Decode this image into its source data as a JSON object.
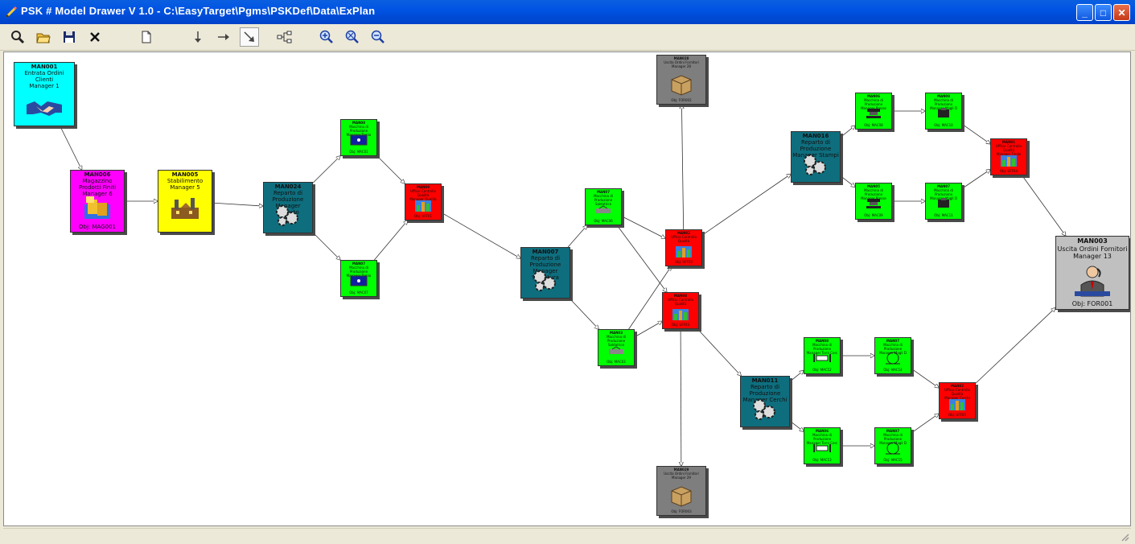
{
  "window": {
    "title": "PSK # Model Drawer V 1.0 - C:\\EasyTarget\\Pgms\\PSKDef\\Data\\ExPlan",
    "minimize": "_",
    "maximize": "□",
    "close": "✕"
  },
  "toolbar": {
    "buttons": [
      {
        "name": "find",
        "icon": "magnifier-icon"
      },
      {
        "name": "open",
        "icon": "folder-open-icon"
      },
      {
        "name": "save",
        "icon": "floppy-disk-icon"
      },
      {
        "name": "delete",
        "icon": "x-mark-icon"
      },
      {
        "name": "new",
        "icon": "blank-page-icon"
      },
      {
        "name": "arrow-down",
        "icon": "arrow-down-icon"
      },
      {
        "name": "arrow-right",
        "icon": "arrow-right-icon"
      },
      {
        "name": "arrow-diagonal",
        "icon": "arrow-diagonal-icon",
        "pressed": true
      },
      {
        "name": "layout",
        "icon": "tree-layout-icon"
      },
      {
        "name": "zoom-in",
        "icon": "zoom-in-icon"
      },
      {
        "name": "zoom-fit",
        "icon": "zoom-fit-icon"
      },
      {
        "name": "zoom-out",
        "icon": "zoom-out-icon"
      }
    ]
  },
  "colors": {
    "cyan": "#00ffff",
    "magenta": "#ff00ff",
    "yellow": "#ffff00",
    "teal": "#0e6e7e",
    "green": "#00ff00",
    "red": "#ff0000",
    "gray": "#7e7e7e",
    "lightgray": "#c0c0c0"
  },
  "nodes": {
    "man001": {
      "id": "MAN001",
      "label": "Entrata Ordini Clienti\nManager 1",
      "obj": ""
    },
    "man006": {
      "id": "MAN006",
      "label": "Magazzino Prodotti Finiti\nManager 6",
      "obj": "Obj: MAG001"
    },
    "man005": {
      "id": "MAN005",
      "label": "Stabilimento\nManager 5",
      "obj": ""
    },
    "rep1": {
      "id": "MAN024",
      "label": "Reparto di Produzione\nManager Reparto",
      "obj": ""
    },
    "wk1": {
      "id": "MAN08",
      "label": "Macchina di Produzione\nManager Tornio",
      "obj": "Obj: MAC01"
    },
    "wk2": {
      "id": "MAN07",
      "label": "Macchina di Produzione\nManager Tornio",
      "obj": "Obj: MAC07"
    },
    "red1": {
      "id": "MAN09",
      "label": "Ufficio Controllo Qualità\nManager Qualità",
      "obj": "Obj: UFF01"
    },
    "rep2": {
      "id": "MAN007",
      "label": "Reparto di Produzione\nManager Saldatura",
      "obj": ""
    },
    "wk3": {
      "id": "MAN07",
      "label": "Macchina di Produzione\nSaldatrice",
      "obj": "Obj: MAC06"
    },
    "wk4": {
      "id": "MAN03",
      "label": "Macchina di Produzione\nSaldatrice",
      "obj": "Obj: MAC03"
    },
    "red2": {
      "id": "MAN02",
      "label": "Ufficio Controllo\nQualità",
      "obj": "Obj: UFF02"
    },
    "red3": {
      "id": "MAN08",
      "label": "Ufficio Controllo\nQualità",
      "obj": "Obj: UFF03"
    },
    "out28": {
      "id": "MAN028",
      "label": "Uscita Ordini Fornitori\nManager 28",
      "obj": "Obj: FOR002"
    },
    "out29": {
      "id": "MAN029",
      "label": "Uscita Ordini Fornitori\nManager 29",
      "obj": "Obj: FOR003"
    },
    "rep3": {
      "id": "MAN016",
      "label": "Reparto di Produzione\nManager Stampi",
      "obj": ""
    },
    "wk5": {
      "id": "MAN06",
      "label": "Macchina di Produzione\nManager Presse",
      "obj": "Obj: MAC08"
    },
    "wk6": {
      "id": "MAN05",
      "label": "Macchina di Produzione\nManager Presse",
      "obj": "Obj: MAC09"
    },
    "wk7": {
      "id": "MAN08",
      "label": "Macchina di Produzione\nManager Magli D",
      "obj": "Obj: MAC10"
    },
    "wk8": {
      "id": "MAN07",
      "label": "Macchina di Produzione\nManager Magli D",
      "obj": "Obj: MAC11"
    },
    "red4": {
      "id": "MAN01",
      "label": "Ufficio Controllo Qualità\nManager Finale",
      "obj": "Obj: UFF04"
    },
    "rep4": {
      "id": "MAN011",
      "label": "Reparto di Produzione\nManager Cerchi",
      "obj": ""
    },
    "wk9": {
      "id": "MAN08",
      "label": "Macchina di Produzione\nManager Torni Cerc",
      "obj": "Obj: MAC12"
    },
    "wk10": {
      "id": "MAN06",
      "label": "Macchina di Produzione\nManager Torni Cerc",
      "obj": "Obj: MAC13"
    },
    "wk11": {
      "id": "MAN07",
      "label": "Macchina di Produzione\nManager Magli D",
      "obj": "Obj: MAC14"
    },
    "wk12": {
      "id": "MAN07",
      "label": "Macchina di Produzione\nManager Magli D",
      "obj": "Obj: MAC15"
    },
    "red5": {
      "id": "MAN02",
      "label": "Ufficio Controllo Qualità\nManager Cerchi",
      "obj": "Obj: UFF05"
    },
    "man003": {
      "id": "MAN003",
      "label": "Uscita Ordini Fornitori\nManager 13",
      "obj": "Obj: FOR001"
    }
  }
}
